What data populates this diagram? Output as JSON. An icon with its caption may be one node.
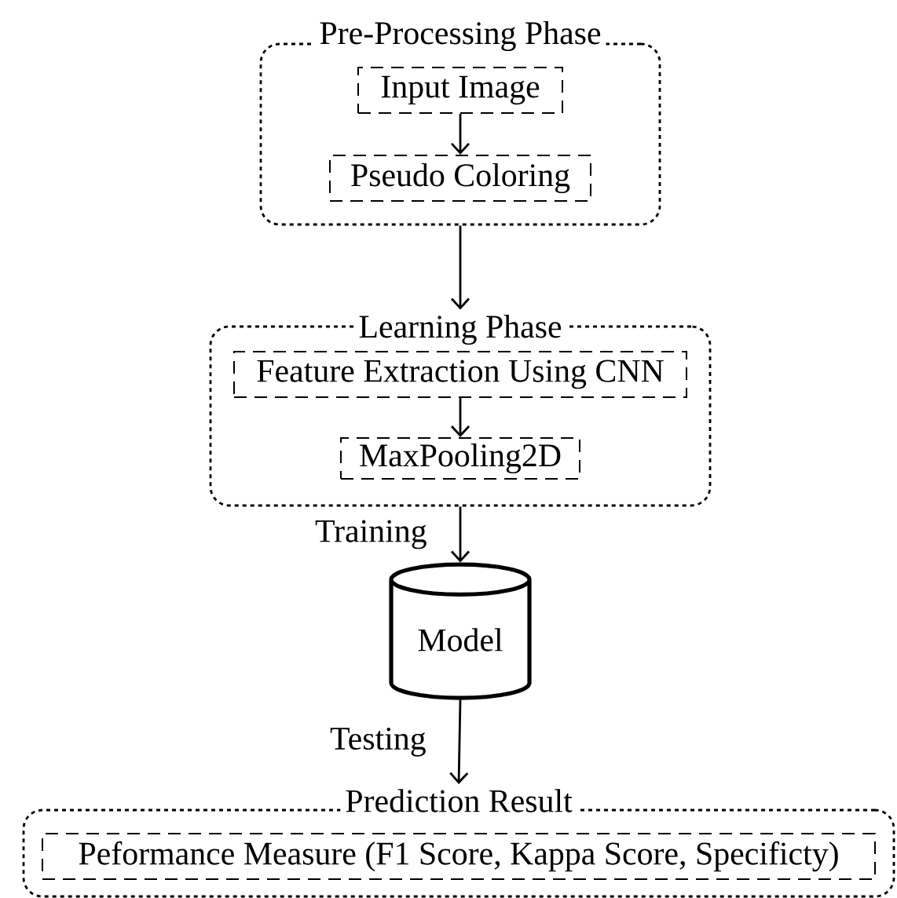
{
  "diagram": {
    "nodes": [
      {
        "text": [
          "Pre-Processing Phase"
        ]
      },
      {
        "text": [
          "Input Image"
        ],
        "in": 0
      },
      {
        "text": [
          "Pseudo Coloring"
        ],
        "in": 0
      },
      {
        "text": [
          "Learning Phase"
        ]
      },
      {
        "text": [
          "Feature Extraction Using CNN"
        ],
        "in": 3
      },
      {
        "text": [
          "MaxPooling2D"
        ],
        "in": 3
      },
      {
        "text": [
          "Model"
        ]
      },
      {
        "text": [
          "Prediction Result"
        ]
      },
      {
        "text": [
          "Peformance Measure (F1 Score, Kappa Score, Specificty)"
        ],
        "in": 7
      }
    ],
    "edges": [
      {
        "from": 1,
        "to": 2,
        "arrow": "to"
      },
      {
        "from": 0,
        "to": 3,
        "arrow": "to"
      },
      {
        "from": 4,
        "to": 5,
        "arrow": "to"
      },
      {
        "from": 3,
        "to": 6,
        "arrow": "to",
        "label": "Training"
      },
      {
        "from": 6,
        "to": 7,
        "arrow": "to",
        "label": "Testing"
      }
    ]
  }
}
